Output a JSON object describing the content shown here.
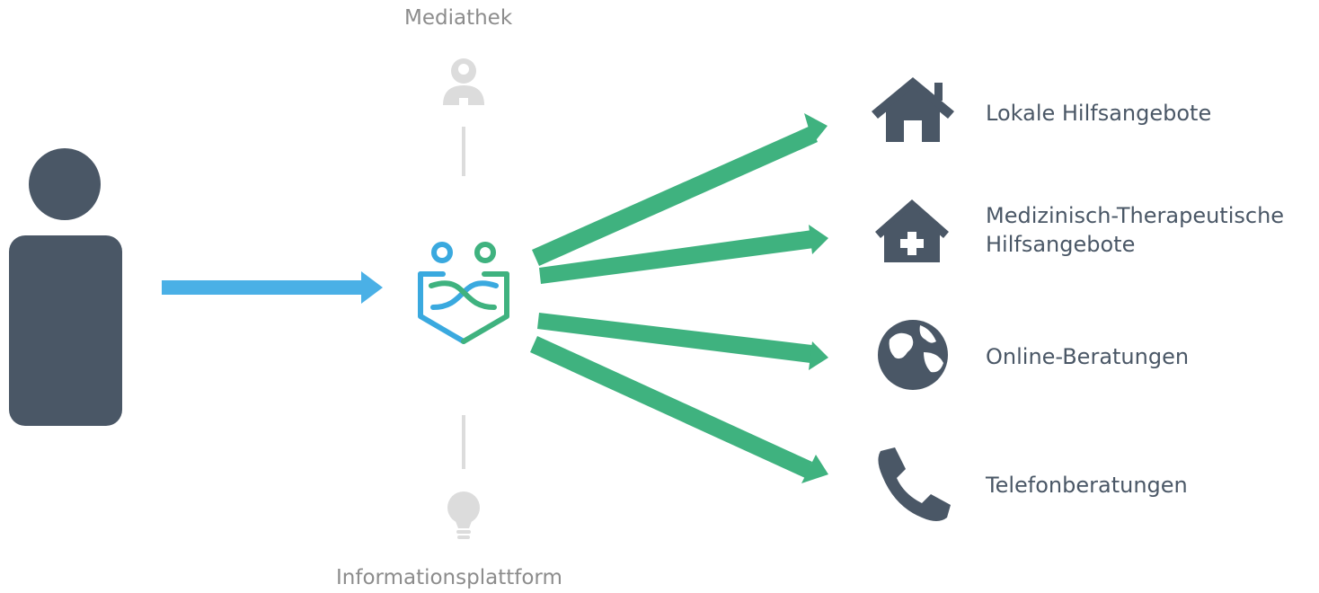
{
  "top_node": {
    "label": "Mediathek",
    "icon": "astronaut-icon"
  },
  "bottom_node": {
    "label": "Informationsplattform",
    "icon": "lightbulb-icon"
  },
  "center_node": {
    "icon": "infinity-book-logo-icon"
  },
  "user_node": {
    "icon": "person-icon"
  },
  "targets": [
    {
      "label": "Lokale Hilfsangebote",
      "icon": "house-icon"
    },
    {
      "label_line1": "Medizinisch-Therapeutische",
      "label_line2": "Hilfsangebote",
      "icon": "medical-house-icon"
    },
    {
      "label": "Online-Beratungen",
      "icon": "globe-icon"
    },
    {
      "label": "Telefonberatungen",
      "icon": "phone-icon"
    }
  ],
  "colors": {
    "icon_dark": "#4a5766",
    "icon_light": "#dcdcdc",
    "arrow_blue": "#4ab0e6",
    "arrow_green": "#3fb27f",
    "logo_blue": "#3aa9df",
    "logo_green": "#3fb27f",
    "label_grey": "#8c8c8c"
  }
}
